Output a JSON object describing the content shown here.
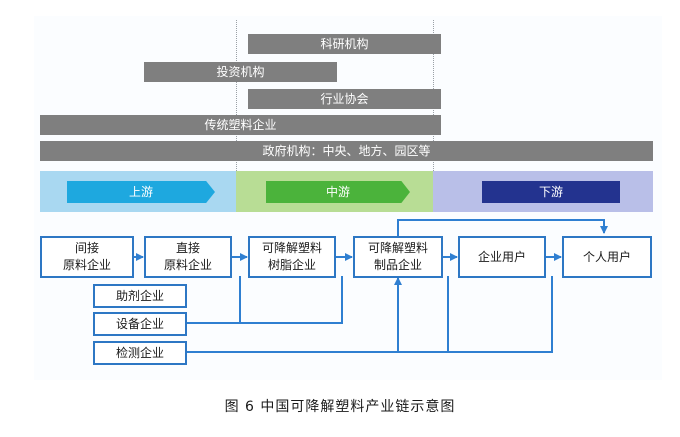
{
  "organizations": {
    "research": "科研机构",
    "investment": "投资机构",
    "association": "行业协会",
    "traditional": "传统塑料企业",
    "government": "政府机构：中央、地方、园区等"
  },
  "stages": {
    "upstream": "上游",
    "midstream": "中游",
    "downstream": "下游"
  },
  "chain": {
    "indirect": [
      "间接",
      "原料企业"
    ],
    "direct": [
      "直接",
      "原料企业"
    ],
    "resin": [
      "可降解塑料",
      "树脂企业"
    ],
    "products": [
      "可降解塑料",
      "制品企业"
    ],
    "enterprise_users": "企业用户",
    "individual_users": "个人用户",
    "additives": "助剂企业",
    "equipment": "设备企业",
    "testing": "检测企业"
  },
  "colors": {
    "bar_gray": "#7f7f7f",
    "box_border": "#2d77c4",
    "arrow_blue": "#2f7fd1",
    "upstream_band": "#a9d8f1",
    "upstream_arrow": "#1ea8df",
    "midstream_band": "#b8dd95",
    "midstream_arrow": "#4bb33b",
    "downstream_band": "#b9bfe8",
    "downstream_arrow": "#23338f"
  },
  "caption": "图 6   中国可降解塑料产业链示意图"
}
